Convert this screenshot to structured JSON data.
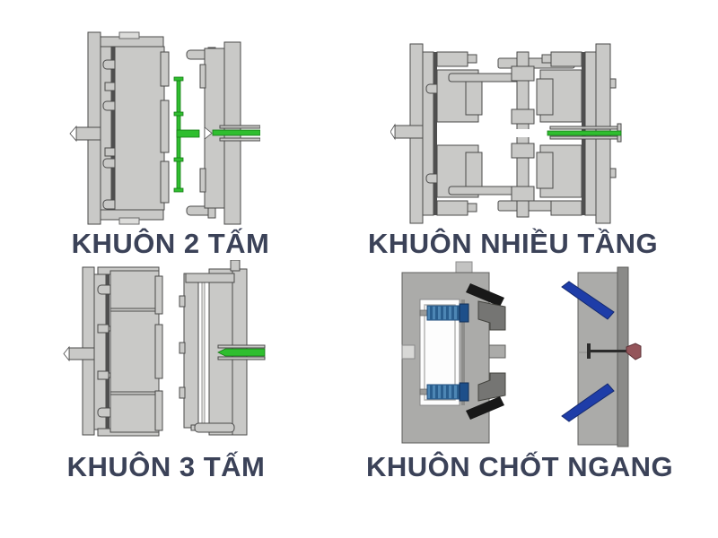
{
  "figure": {
    "type": "mold-types-infographic",
    "background": "#ffffff",
    "items": [
      {
        "id": "two-plate-mold",
        "label": "KHUÔN 2 TẤM"
      },
      {
        "id": "stack-mold",
        "label": "KHUÔN NHIỀU TẦNG"
      },
      {
        "id": "three-plate-mold",
        "label": "KHUÔN 3 TẤM"
      },
      {
        "id": "side-pin-mold",
        "label": "KHUÔN CHỐT NGANG"
      }
    ],
    "colors": {
      "label_text": "#3b4258",
      "mold_body_gray": "#c9c9c7",
      "mold_outline": "#4a4a4a",
      "runner_green": "#2fbe2f",
      "slide_pin_blue": "#1e3da8",
      "screw_thread_blue": "#4d86b4",
      "pin_tip_maroon": "#94555a",
      "wedge_black": "#181818"
    }
  }
}
